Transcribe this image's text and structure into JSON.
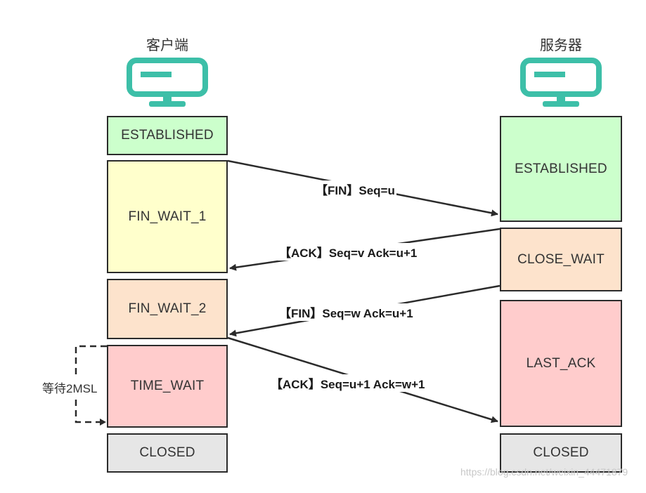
{
  "client": {
    "title": "客户端",
    "states": [
      "ESTABLISHED",
      "FIN_WAIT_1",
      "FIN_WAIT_2",
      "TIME_WAIT",
      "CLOSED"
    ]
  },
  "server": {
    "title": "服务器",
    "states": [
      "ESTABLISHED",
      "CLOSE_WAIT",
      "LAST_ACK",
      "CLOSED"
    ]
  },
  "messages": [
    "【FIN】Seq=u",
    "【ACK】Seq=v Ack=u+1",
    "【FIN】Seq=w Ack=u+1",
    "【ACK】Seq=u+1 Ack=w+1"
  ],
  "wait_note": "等待2MSL",
  "watermark": "https://blog.csdn.net/weixin_44471879",
  "colors": {
    "monitor": "#3dbfa8",
    "established": "#ccffcc",
    "fin_wait_1": "#ffffcc",
    "fin_wait_2": "#fde3cc",
    "close_wait": "#fde3cc",
    "time_wait": "#ffcccc",
    "last_ack": "#ffcccc",
    "closed": "#e6e6e6",
    "border": "#2b2b2b"
  },
  "icons": [
    "monitor-icon"
  ]
}
